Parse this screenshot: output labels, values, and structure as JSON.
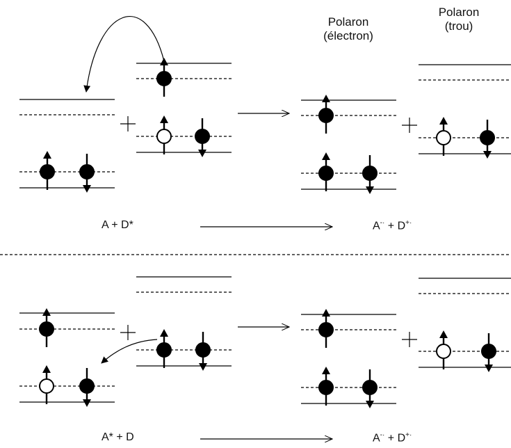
{
  "headers": {
    "polaron_electron_1": "Polaron",
    "polaron_electron_2": "(électron)",
    "polaron_hole_1": "Polaron",
    "polaron_hole_2": "(trou)"
  },
  "top_row": {
    "left_base": "A +  D",
    "left_sup": "*",
    "right_a": "A",
    "right_a_sup": "-·",
    "right_plus": " +  D",
    "right_d_sup": "+·"
  },
  "bottom_row": {
    "left_a": "A",
    "left_sup": "*",
    "left_rest": " +  D",
    "right_a": "A",
    "right_a_sup": "-·",
    "right_plus": " +  D",
    "right_d_sup": "+·"
  }
}
